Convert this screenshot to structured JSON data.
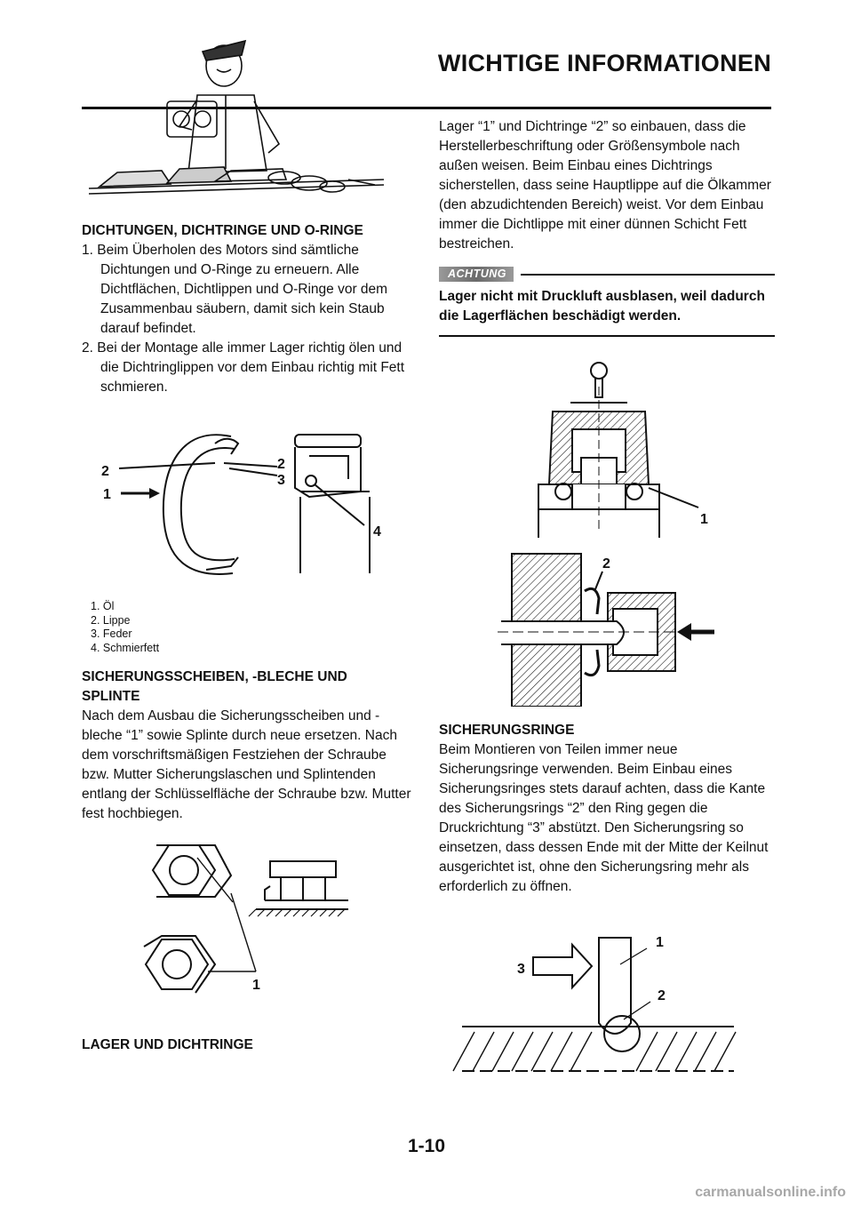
{
  "header": {
    "title": "WICHTIGE INFORMATIONEN"
  },
  "gaskets": {
    "title": "DICHTUNGEN, DICHTRINGE UND O-RINGE",
    "items": [
      "1. Beim Überholen des Motors sind sämtliche Dichtungen und O-Ringe zu erneuern. Alle Dichtflächen, Dichtlippen und O-Ringe vor dem Zusammenbau säubern, damit sich kein Staub darauf befindet.",
      "2. Bei der Montage alle immer Lager richtig ölen und die Dichtringlippen vor dem Einbau richtig mit Fett schmieren."
    ]
  },
  "seal_figure": {
    "callouts": [
      "2",
      "1",
      "2",
      "3",
      "4"
    ],
    "legend": [
      "1. Öl",
      "2. Lippe",
      "3. Feder",
      "4. Schmierfett"
    ]
  },
  "lockwashers": {
    "title_line1": "SICHERUNGSSCHEIBEN, -BLECHE UND",
    "title_line2": "SPLINTE",
    "text": "Nach dem Ausbau die Sicherungsscheiben und -bleche “1” sowie Splinte durch neue ersetzen. Nach dem vorschriftsmäßigen Festziehen der Schraube bzw. Mutter Sicherungslaschen und Splintenden entlang der Schlüsselfläche der Schraube bzw. Mutter fest hochbiegen."
  },
  "lock_figure": {
    "callouts": [
      "1"
    ]
  },
  "bearings": {
    "title": "LAGER UND DICHTRINGE",
    "text": "Lager “1” und Dichtringe “2” so einbauen, dass die Herstellerbeschriftung oder Größensymbole nach außen weisen. Beim Einbau eines Dichtrings sicherstellen, dass seine Hauptlippe auf die Ölkammer (den abzudichtenden Bereich) weist. Vor dem Einbau immer die Dichtlippe mit einer dünnen Schicht Fett bestreichen."
  },
  "caution": {
    "label": "ACHTUNG",
    "text": "Lager nicht mit Druckluft ausblasen, weil dadurch die Lagerflächen beschädigt werden."
  },
  "bearing_figure": {
    "callouts": [
      "1",
      "2"
    ]
  },
  "circlips": {
    "title": "SICHERUNGSRINGE",
    "text": "Beim Montieren von Teilen immer neue Sicherungsringe verwenden. Beim Einbau eines Sicherungsringes stets darauf achten, dass die Kante des Sicherungsrings “2” den Ring gegen die Druckrichtung “3” abstützt. Den Sicherungsring so einsetzen, dass dessen Ende mit der Mitte der Keilnut ausgerichtet ist, ohne den Sicherungsring mehr als erforderlich zu öffnen."
  },
  "circlip_figure": {
    "callouts": [
      "1",
      "3",
      "2"
    ]
  },
  "footer": {
    "page_number": "1-10",
    "watermark": "carmanualsonline.info"
  }
}
